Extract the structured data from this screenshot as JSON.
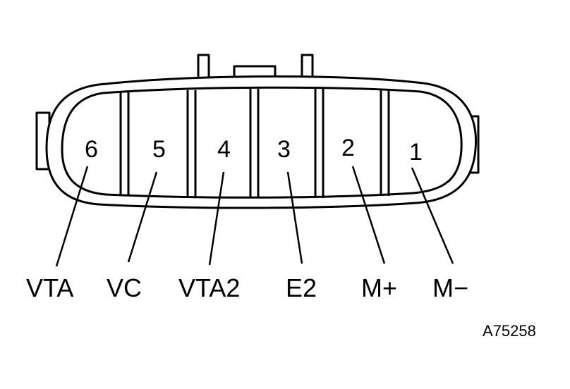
{
  "connector": {
    "pins": [
      {
        "number": "6",
        "signal": "VTA"
      },
      {
        "number": "5",
        "signal": "VC"
      },
      {
        "number": "4",
        "signal": "VTA2"
      },
      {
        "number": "3",
        "signal": "E2"
      },
      {
        "number": "2",
        "signal": "M+"
      },
      {
        "number": "1",
        "signal": "M−"
      }
    ]
  },
  "figure_code": "A75258"
}
